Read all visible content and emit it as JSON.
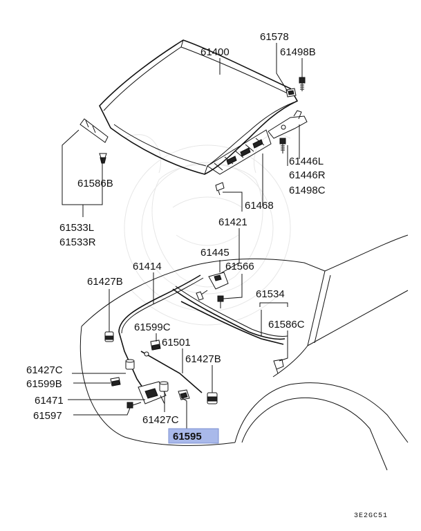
{
  "diagram": {
    "drawing_code": "3E2GC51",
    "highlight_color": "#a9b9ea",
    "highlighted_part": "61595",
    "labels": {
      "hood": "61400",
      "p61578": "61578",
      "p61498b": "61498B",
      "p61446l": "61446L",
      "p61446r": "61446R",
      "p61498c": "61498C",
      "p61468": "61468",
      "p61586b": "61586B",
      "p61421": "61421",
      "p61533l": "61533L",
      "p61533r": "61533R",
      "p61445": "61445",
      "p61414": "61414",
      "p61566": "61566",
      "p61427b_top": "61427B",
      "p61534": "61534",
      "p61599c": "61599C",
      "p61586c": "61586C",
      "p61501": "61501",
      "p61427b_mid": "61427B",
      "p61427c_left": "61427C",
      "p61599b": "61599B",
      "p61471": "61471",
      "p61597": "61597",
      "p61427c_bottom": "61427C",
      "p61595": "61595"
    }
  }
}
